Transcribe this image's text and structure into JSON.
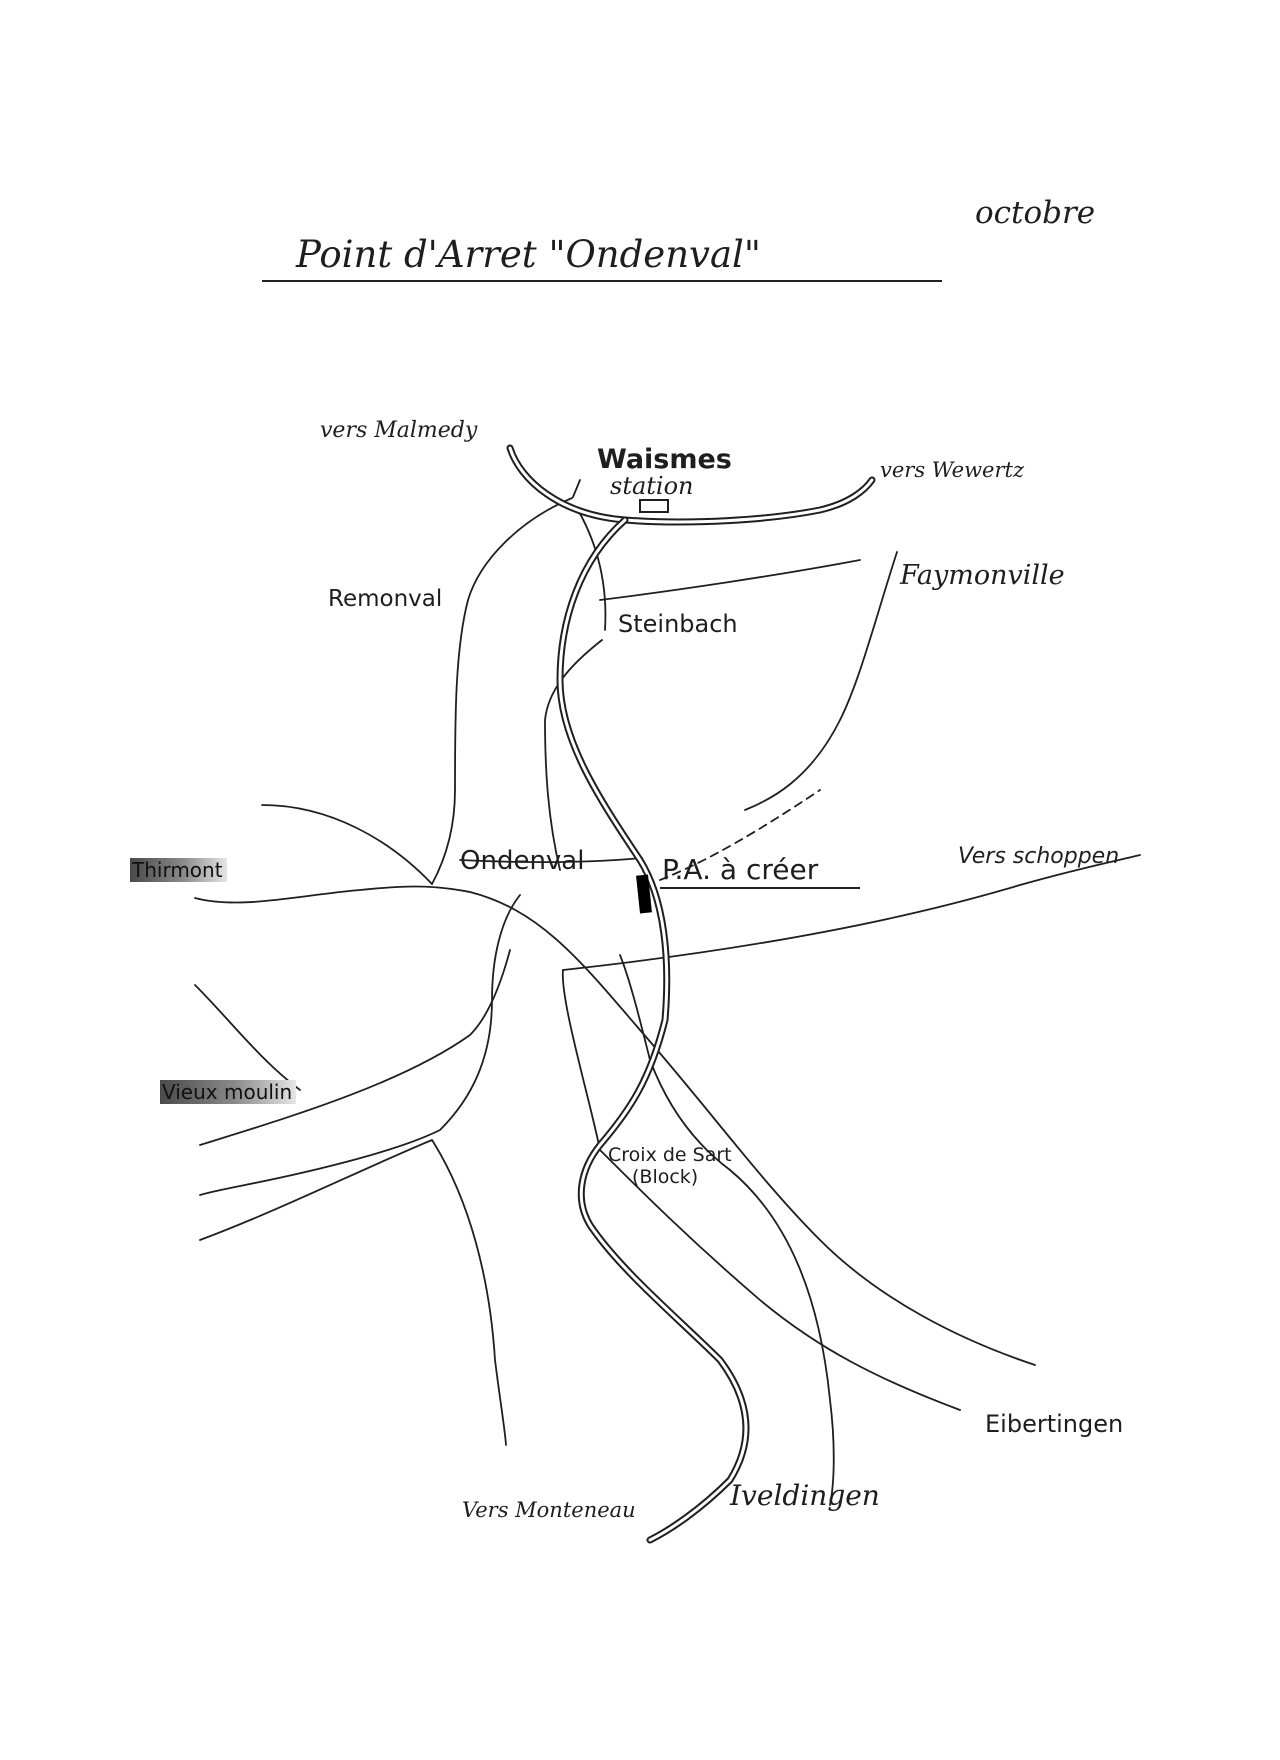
{
  "header": {
    "title": "Point d'Arret \"Ondenval\"",
    "month": "octobre"
  },
  "places": {
    "vers_malmedy": "vers Malmedy",
    "waismes": "Waismes",
    "station": "station",
    "vers_wewertz": "vers Wewertz",
    "faymonville": "Faymonville",
    "remonval": "Remonval",
    "steinbach": "Steinbach",
    "thirmont": "Thirmont",
    "ondenval": "Ondenval",
    "pa_a_creer": "P.A. à créer",
    "vers_schoppen": "Vers schoppen",
    "vieux_moulin": "Vieux moulin",
    "croix_de_sart": "Croix de Sart",
    "block": "(Block)",
    "eibertingen": "Eibertingen",
    "iveldingen": "Iveldingen",
    "vers_monteneau": "Vers Monteneau"
  },
  "colors": {
    "ink": "#1f1f1f",
    "paper": "#ffffff",
    "platform": "#000000"
  }
}
